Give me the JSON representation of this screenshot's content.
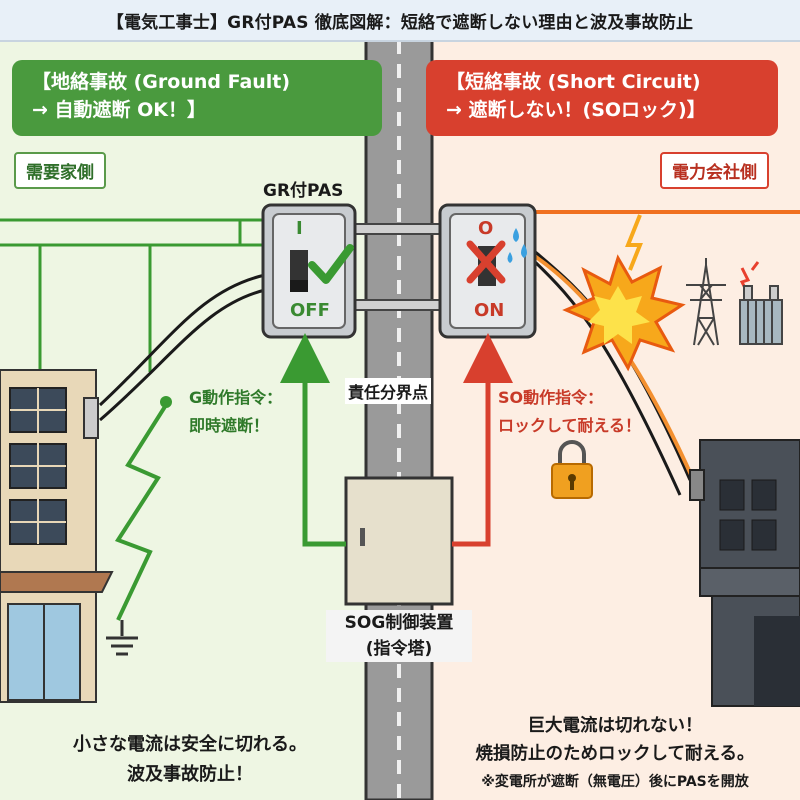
{
  "title": "【電気工事士】GR付PAS 徹底図解：短絡で遮断しない理由と波及事故防止",
  "ground_fault": {
    "line1": "【地絡事故 (Ground Fault)",
    "line2": "→ 自動遮断 OK！】"
  },
  "short_circuit": {
    "line1": "【短絡事故 (Short Circuit)",
    "line2": "→ 遮断しない！(SOロック)】"
  },
  "customer_side": "需要家側",
  "utility_side": "電力会社側",
  "pas_label": "GR付PAS",
  "left_pas": {
    "top_mark": "I",
    "state": "OFF"
  },
  "right_pas": {
    "top_mark": "O",
    "state": "ON"
  },
  "boundary_label": "責任分界点",
  "g_command": {
    "line1": "G動作指令：",
    "line2": "即時遮断！"
  },
  "so_command": {
    "line1": "SO動作指令：",
    "line2": "ロックして耐える！"
  },
  "sog_device": {
    "line1": "SOG制御装置",
    "line2": "(指令塔)"
  },
  "left_note": {
    "line1": "小さな電流は安全に切れる。",
    "line2": "波及事故防止！"
  },
  "right_note": {
    "line1": "巨大電流は切れない！",
    "line2": "焼損防止のためロックして耐える。",
    "line3": "※変電所が遮断（無電圧）後にPASを開放"
  },
  "colors": {
    "green": "#4a9a3e",
    "red": "#d8402e",
    "orange": "#f07020"
  },
  "icons": [
    "check-icon",
    "cross-icon",
    "water-drop-icon",
    "lock-icon",
    "explosion-icon",
    "pylon-icon",
    "transformer-icon",
    "lightning-icon",
    "ground-icon"
  ]
}
